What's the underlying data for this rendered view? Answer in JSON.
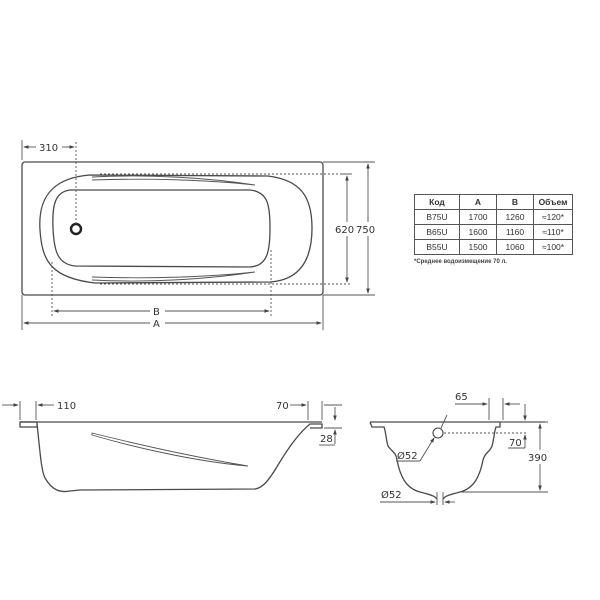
{
  "top_view": {
    "dim_drain_offset": "310",
    "dim_inner_width": "620",
    "dim_outer_width": "750",
    "dim_inner_length_label": "B",
    "dim_outer_length_label": "A"
  },
  "side_view": {
    "dim_left_rim": "110",
    "dim_right_rim": "70",
    "dim_rim_height": "28"
  },
  "end_view": {
    "dim_overflow_offset": "65",
    "dim_overflow_height": "70",
    "dim_total_height": "390",
    "dim_overflow_diameter": "Ø52",
    "dim_drain_diameter": "Ø52"
  },
  "spec_table": {
    "headers": [
      "Код",
      "A",
      "B",
      "Объем"
    ],
    "rows": [
      [
        "B75U",
        "1700",
        "1260",
        "≈120*"
      ],
      [
        "B65U",
        "1600",
        "1160",
        "≈110*"
      ],
      [
        "B55U",
        "1500",
        "1060",
        "≈100*"
      ]
    ],
    "footnote": "*Среднее водоизмещение 70 л."
  },
  "colors": {
    "line": "#4a4a4a",
    "text": "#333333",
    "background": "#ffffff"
  }
}
